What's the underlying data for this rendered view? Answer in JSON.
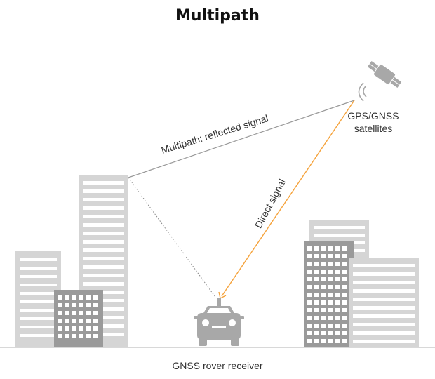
{
  "title": "Multipath",
  "satellite": {
    "label_line1": "GPS/GNSS",
    "label_line2": "satellites",
    "icon": "satellite-icon"
  },
  "signals": {
    "reflected_label": "Multipath: reflected signal",
    "direct_label": "Direct signal"
  },
  "receiver": {
    "label": "GNSS rover receiver",
    "icon": "car-icon"
  },
  "colors": {
    "direct_signal": "#f5a23a",
    "reflected_signal": "#999999",
    "building_light": "#d5d5d5",
    "building_dark": "#9a9a9a",
    "car": "#a8a8a8",
    "ground": "#cccccc"
  }
}
